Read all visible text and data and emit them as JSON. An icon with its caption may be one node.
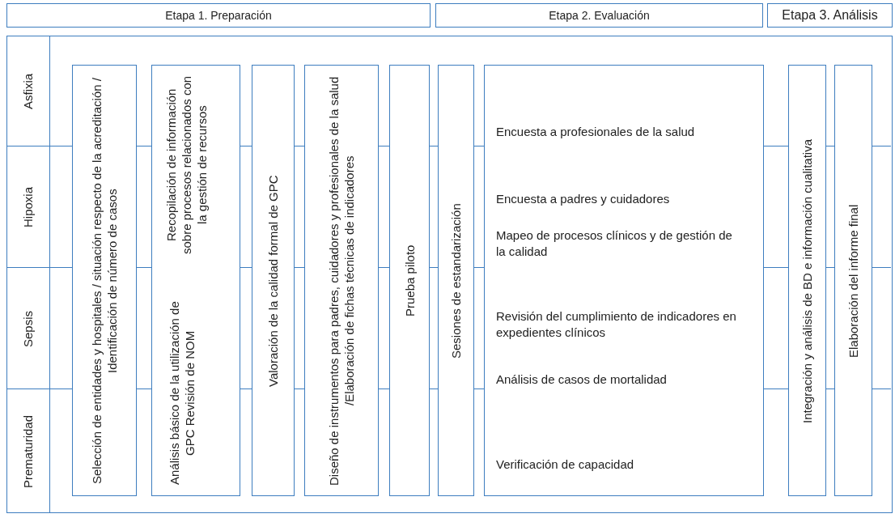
{
  "diagram": {
    "nodes": [
      {
        "text": [
          "Etapa 1. Preparación"
        ]
      },
      {
        "text": [
          "Etapa 2. Evaluación"
        ]
      },
      {
        "text": [
          "Etapa 3. Análisis"
        ]
      },
      {
        "text": [],
        "shape": "box"
      },
      {
        "text": [
          "Asfixia"
        ],
        "in": 3
      },
      {
        "text": [
          "Hipoxia"
        ],
        "in": 3
      },
      {
        "text": [
          "Sepsis"
        ],
        "in": 3
      },
      {
        "text": [
          "Prematuridad"
        ],
        "in": 3
      },
      {
        "text": [
          "Selección de entidades y hospitales / situación respecto de la acreditación / Identificación de número de casos"
        ],
        "in": 3
      },
      {
        "text": [
          "Recopilación de información sobre procesos relacionados con la gestión de recursos",
          "Análisis básico de la utilización de GPC Revisión de NOM"
        ],
        "in": 3
      },
      {
        "text": [
          "Valoración de la calidad formal de GPC"
        ],
        "in": 3
      },
      {
        "text": [
          "Diseño de instrumentos para padres, cuidadores y profesionales de la salud /Elaboración de fichas técnicas de indicadores"
        ],
        "in": 3
      },
      {
        "text": [
          "Prueba piloto"
        ],
        "in": 3
      },
      {
        "text": [
          "Sesiones de estandarización"
        ],
        "in": 3
      },
      {
        "text": [
          "Encuesta a profesionales de la salud",
          "Encuesta a padres y cuidadores",
          "Mapeo de procesos clínicos y de gestión de la calidad",
          "Revisión del cumplimiento de indicadores en expedientes clínicos",
          "Análisis de casos de mortalidad",
          "Verificación de capacidad"
        ],
        "in": 3
      },
      {
        "text": [
          "Integración y análisis de BD e información cualitativa"
        ],
        "in": 3
      },
      {
        "text": [
          "Elaboración del informe final"
        ],
        "in": 3
      }
    ],
    "edges": []
  }
}
